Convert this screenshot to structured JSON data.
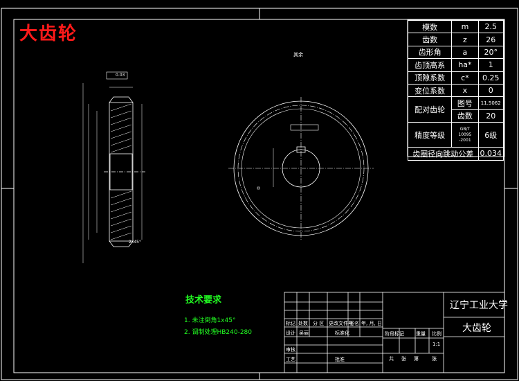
{
  "drawing_title": "大齿轮",
  "params": [
    {
      "name": "模数",
      "symbol": "m",
      "value": "2.5"
    },
    {
      "name": "齿数",
      "symbol": "z",
      "value": "26"
    },
    {
      "name": "齿形角",
      "symbol": "a",
      "value": "20°"
    },
    {
      "name": "齿顶高系",
      "symbol": "ha*",
      "value": "1"
    },
    {
      "name": "顶隙系数",
      "symbol": "c*",
      "value": "0.25"
    },
    {
      "name": "变位系数",
      "symbol": "x",
      "value": "0"
    }
  ],
  "mating": {
    "label": "配对齿轮",
    "drawing_no_label": "图号",
    "drawing_no": "11.5062",
    "teeth_label": "齿数",
    "teeth": "20"
  },
  "accuracy": {
    "label": "精度等级",
    "standard": "GB/T 10095 -2001",
    "grade": "6级"
  },
  "runout": {
    "label": "齿圈径向跳动公差",
    "value": "0.034"
  },
  "tech_req": {
    "heading": "技术要求",
    "items": [
      "1. 未注倒角1x45°",
      "2. 调制处理HB240-280"
    ]
  },
  "title_block": {
    "university": "辽宁工业大学",
    "part_name": "大齿轮",
    "scale": "1:1",
    "h_mark": "标记",
    "h_count": "处数",
    "h_zone": "分 区",
    "h_doc": "更改文件号",
    "h_sign": "签名",
    "h_date": "年, 月, 日",
    "designer": "设计",
    "designer_name": "吴丽",
    "std": "标准化",
    "check": "审核",
    "process": "工艺",
    "approve": "批准",
    "stage": "阶段标记",
    "weight": "重量",
    "ratio": "比例",
    "sheets_total": "共",
    "sheets_label": "张",
    "sheet_no": "第",
    "sheet_label": "张"
  },
  "annotations": {
    "surface_note": "其余",
    "chamfer": "2x45°",
    "tol_box": "0.03"
  }
}
